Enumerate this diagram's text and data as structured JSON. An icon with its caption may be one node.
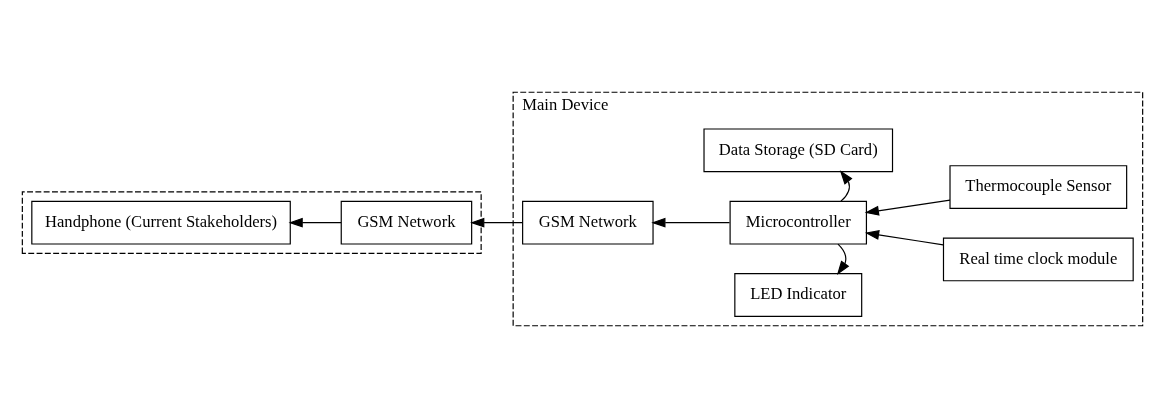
{
  "diagram": {
    "nodes": [
      {
        "text": [],
        "shape": "box"
      },
      {
        "text": [
          "Handphone (Current Stakeholders)"
        ],
        "in": 0
      },
      {
        "text": [
          "GSM Network"
        ],
        "in": 0
      },
      {
        "text": [
          "Main Device"
        ]
      },
      {
        "text": [
          "Data Storage (SD Card)"
        ],
        "in": 3
      },
      {
        "text": [
          "GSM Network"
        ],
        "in": 3
      },
      {
        "text": [
          "Microcontroller"
        ],
        "in": 3
      },
      {
        "text": [
          "Thermocouple Sensor"
        ],
        "in": 3
      },
      {
        "text": [
          "Real time clock module"
        ],
        "in": 3
      },
      {
        "text": [
          "LED Indicator"
        ],
        "in": 3
      }
    ],
    "edges": [
      {
        "from": 6,
        "to": 4,
        "arrow": "to"
      },
      {
        "from": 7,
        "to": 6,
        "arrow": "to"
      },
      {
        "from": 8,
        "to": 6,
        "arrow": "to"
      },
      {
        "from": 6,
        "to": 9,
        "arrow": "to"
      },
      {
        "from": 6,
        "to": 5,
        "arrow": "to"
      },
      {
        "from": 5,
        "to": 2,
        "arrow": "to"
      },
      {
        "from": 2,
        "to": 1,
        "arrow": "to"
      }
    ]
  }
}
